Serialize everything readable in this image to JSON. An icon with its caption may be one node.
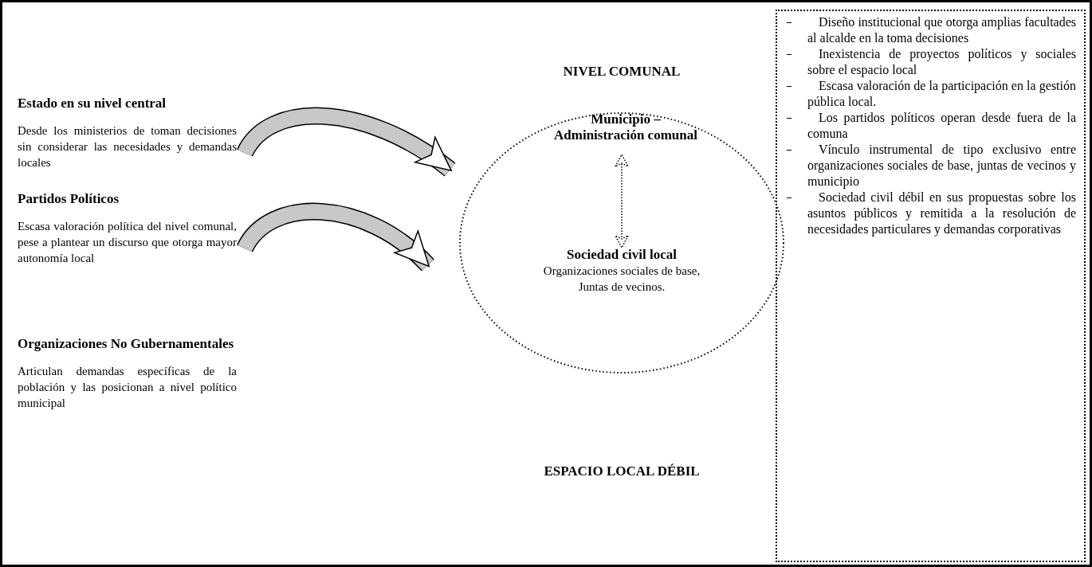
{
  "diagram": {
    "nodes": [
      {
        "text": [
          "Estado en su nivel central",
          "Desde los ministerios de toman decisiones sin considerar las necesidades y demandas locales"
        ]
      },
      {
        "text": [
          "Partidos Políticos",
          "Escasa valoración política del nivel comunal, pese a plantear un discurso que otorga mayor autonomía local"
        ]
      },
      {
        "text": [
          "Organizaciones No Gubernamentales",
          "Articulan demandas específicas de la población y las posicionan a nivel político municipal"
        ]
      },
      {
        "text": [],
        "shape": "circle",
        "beside": [
          "NIVEL COMUNAL"
        ]
      },
      {
        "text": [
          "Municipio – Administración comunal"
        ],
        "in": 3
      },
      {
        "text": [
          "Sociedad civil local",
          "Organizaciones sociales de base, Juntas de vecinos."
        ],
        "in": 3
      },
      {
        "text": [
          "Diseño institucional que otorga amplias facultades al alcalde en la toma decisiones",
          "Inexistencia de proyectos políticos y sociales sobre el espacio local",
          "Escasa valoración de la participación en la gestión pública local.",
          "Los partidos políticos operan desde fuera de la comuna",
          "Vínculo instrumental de tipo exclusivo entre organizaciones sociales de base, juntas de vecinos y municipio",
          "Sociedad civil débil en sus propuestas sobre los asuntos públicos y remitida a la resolución de necesidades particulares y demandas corporativas"
        ]
      }
    ],
    "edges": [
      {
        "from": 0,
        "to": 3,
        "arrow": "to"
      },
      {
        "from": 1,
        "to": 3,
        "arrow": "to"
      },
      {
        "from": 4,
        "to": 5,
        "arrow": "both",
        "style": "dashed"
      }
    ],
    "labels": [
      "ESPACIO LOCAL DÉBIL"
    ]
  }
}
